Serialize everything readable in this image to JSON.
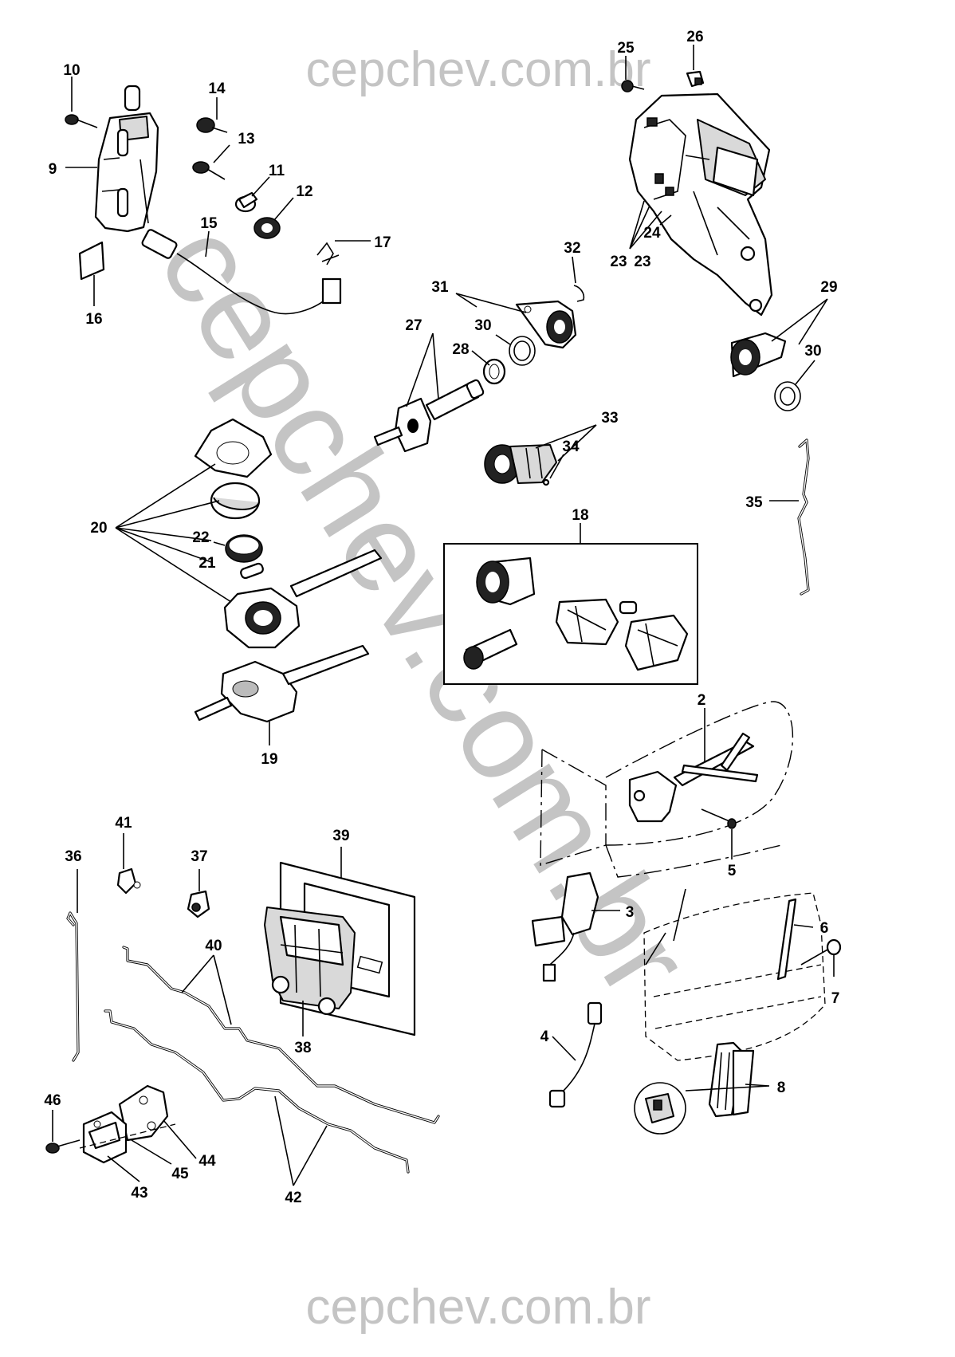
{
  "watermark": {
    "top": "cepchev.com.br",
    "diagonal": "cepchev.com.br",
    "bottom": "cepchev.com.br"
  },
  "callouts": {
    "c2": "2",
    "c3": "3",
    "c4": "4",
    "c5": "5",
    "c6": "6",
    "c7": "7",
    "c8": "8",
    "c9": "9",
    "c10": "10",
    "c11": "11",
    "c12": "12",
    "c13": "13",
    "c14": "14",
    "c15": "15",
    "c16": "16",
    "c17": "17",
    "c18": "18",
    "c19": "19",
    "c20": "20",
    "c21": "21",
    "c22": "22",
    "c23a": "23",
    "c23b": "23",
    "c24": "24",
    "c25": "25",
    "c26": "26",
    "c27": "27",
    "c28": "28",
    "c29": "29",
    "c30a": "30",
    "c30b": "30",
    "c31": "31",
    "c32": "32",
    "c33": "33",
    "c34": "34",
    "c35": "35",
    "c36": "36",
    "c37": "37",
    "c38": "38",
    "c39": "39",
    "c40": "40",
    "c41": "41",
    "c42": "42",
    "c43": "43",
    "c44": "44",
    "c45": "45",
    "c46": "46"
  }
}
